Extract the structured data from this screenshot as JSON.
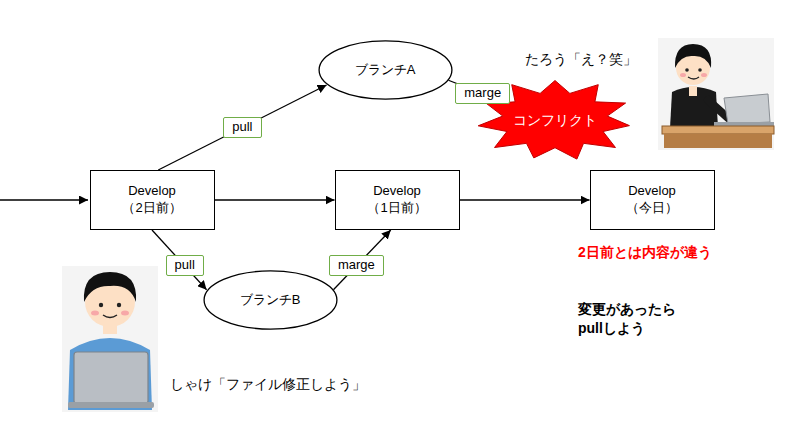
{
  "diagram": {
    "nodes": [
      {
        "text": [
          "ブランチA"
        ]
      },
      {
        "text": [
          "コンフリクト"
        ]
      },
      {
        "text": [
          "Develop",
          "（2日前）"
        ]
      },
      {
        "text": [
          "Develop",
          "（1日前）"
        ]
      },
      {
        "text": [
          "Develop",
          "（今日）"
        ]
      },
      {
        "text": [
          "ブランチB"
        ]
      }
    ],
    "edges": [
      {
        "from": 2,
        "to": 0,
        "arrow": "to",
        "label": "pull"
      },
      {
        "from": 0,
        "to": 1,
        "arrow": "to",
        "label": "marge"
      },
      {
        "from": 2,
        "to": 3,
        "arrow": "to"
      },
      {
        "from": 3,
        "to": 4,
        "arrow": "to"
      },
      {
        "from": 2,
        "to": 5,
        "arrow": "to",
        "label": "pull"
      },
      {
        "from": 5,
        "to": 3,
        "arrow": "to",
        "label": "marge"
      }
    ],
    "labels": [
      "たろう「え？笑」",
      "2日前とは内容が違う",
      "変更があったら pullしよう",
      "しゃけ「ファイル修正しよう」"
    ]
  }
}
